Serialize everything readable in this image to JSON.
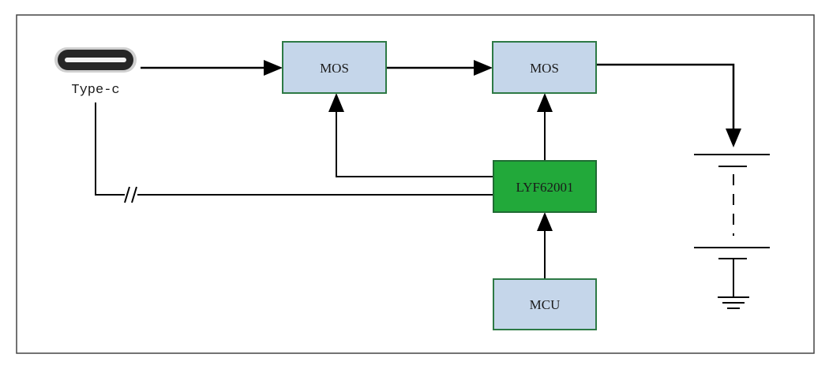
{
  "diagram": {
    "connector": {
      "label": "Type-c",
      "icon": "usb-type-c-icon"
    },
    "blocks": {
      "mos_1": {
        "label": "MOS"
      },
      "mos_2": {
        "label": "MOS"
      },
      "controller": {
        "label": "LYF62001"
      },
      "mcu": {
        "label": "MCU"
      }
    },
    "battery": {
      "icon": "battery-stack-icon"
    },
    "ground": {
      "icon": "ground-icon"
    },
    "colors": {
      "block_fill": "#c5d6ea",
      "block_border": "#2d7a45",
      "controller_fill": "#22a93a",
      "line": "#000000",
      "frame": "#444444"
    }
  }
}
